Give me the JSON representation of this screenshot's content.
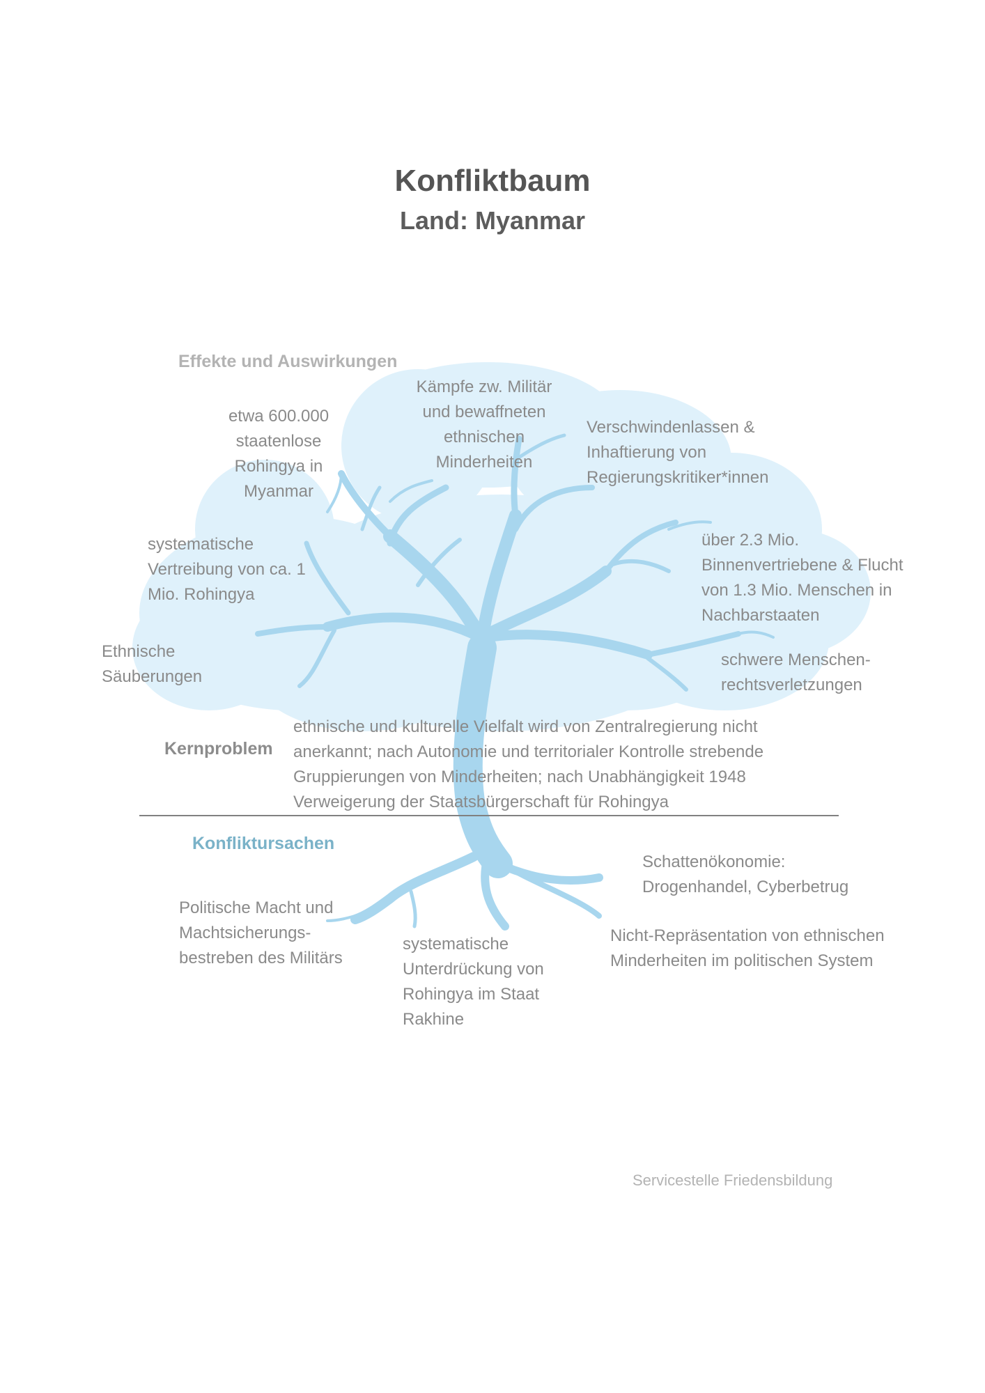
{
  "header": {
    "title": "Konfliktbaum",
    "subtitle": "Land: Myanmar"
  },
  "sections": {
    "effects": "Effekte und Auswirkungen",
    "core": "Kernproblem",
    "causes": "Konfliktursachen"
  },
  "effects": [
    "etwa 600.000 staatenlose Rohingya in Myanmar",
    "Kämpfe zw. Militär und bewaffneten ethnischen Minderheiten",
    "Verschwindenlassen & Inhaftierung von Regierungskritiker*innen",
    "systematische Vertreibung von ca. 1 Mio. Rohingya",
    "über 2.3 Mio. Binnenvertriebene & Flucht von 1.3 Mio. Menschen in Nachbarstaaten",
    "Ethnische Säuberungen",
    "schwere Menschen- rechtsverletzungen"
  ],
  "core_problem": "ethnische und kulturelle Vielfalt wird von Zentralregierung nicht anerkannt; nach Autonomie und territorialer Kontrolle strebende Gruppierungen von Minderheiten; nach Unabhängigkeit 1948 Verweigerung der Staatsbürgerschaft für Rohingya",
  "causes": [
    "Schattenökonomie: Drogenhandel, Cyberbetrug",
    "Politische Macht und Machtsicherungs- bestreben des Militärs",
    "systematische Unterdrückung von Rohingya im Staat Rakhine",
    "Nicht-Repräsentation von ethnischen Minderheiten im politischen System"
  ],
  "footer": "Servicestelle Friedensbildung",
  "colors": {
    "crown": "#dff1fb",
    "tree": "#a8d6ee",
    "causes_heading": "#7ab2c8"
  }
}
